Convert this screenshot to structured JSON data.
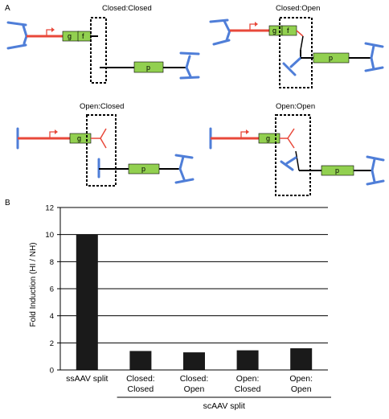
{
  "panel_a": {
    "label": "A",
    "diagrams": [
      {
        "title": "Closed:Closed",
        "label_g": "g",
        "label_f": "f",
        "label_p": "p"
      },
      {
        "title": "Closed:Open",
        "label_g": "g",
        "label_f": "f",
        "label_p": "p"
      },
      {
        "title": "Open:Closed",
        "label_g": "g",
        "label_p": "p"
      },
      {
        "title": "Open:Open",
        "label_g": "g",
        "label_p": "p"
      }
    ]
  },
  "panel_b": {
    "label": "B"
  },
  "colors": {
    "red": "#e8483a",
    "green": "#92d050",
    "blue": "#4f7ed8",
    "bar": "#1a1a1a"
  },
  "chart_data": {
    "type": "bar",
    "categories": [
      "ssAAV split",
      "Closed:\nClosed",
      "Closed:\nOpen",
      "Open:\nClosed",
      "Open:\nOpen"
    ],
    "values": [
      10.0,
      1.4,
      1.3,
      1.45,
      1.6
    ],
    "ylabel": "Fold Induction (HI / NH)",
    "ylim": [
      0,
      12
    ],
    "yticks": [
      0,
      2,
      4,
      6,
      8,
      10,
      12
    ],
    "grid": true,
    "group_label": "scAAV split"
  }
}
